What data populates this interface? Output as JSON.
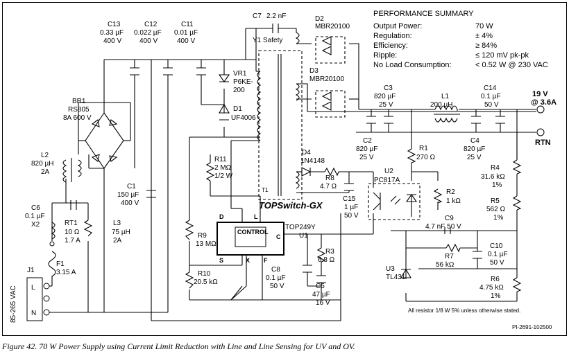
{
  "figure": {
    "caption": "Figure 42.  70 W Power Supply using Current Limit Reduction with Line and Line Sensing for UV and OV.",
    "drawing_id": "PI-2691-102500",
    "footnote": "All resistor 1/8 W 5% unless otherwise stated."
  },
  "performance_summary": {
    "title": "PERFORMANCE SUMMARY",
    "rows": [
      {
        "label": "Output Power:",
        "value": "70 W"
      },
      {
        "label": "Regulation:",
        "value": "± 4%"
      },
      {
        "label": "Efficiency:",
        "value": "≥ 84%"
      },
      {
        "label": "Ripple:",
        "value": "≤ 120 mV pk-pk"
      },
      {
        "label": "No Load Consumption:",
        "value": "< 0.52 W @ 230 VAC"
      }
    ]
  },
  "components": {
    "C13": [
      "C13",
      "0.33 µF",
      "400 V"
    ],
    "C12": [
      "C12",
      "0.022 µF",
      "400 V"
    ],
    "C11": [
      "C11",
      "0.01 µF",
      "400 V"
    ],
    "C7": [
      "C7",
      "2.2 nF",
      "Y1 Safety"
    ],
    "D2": [
      "D2",
      "MBR20100"
    ],
    "D3": [
      "D3",
      "MBR20100"
    ],
    "VR1": [
      "VR1",
      "P6KE-",
      "200"
    ],
    "D1": [
      "D1",
      "UF4006"
    ],
    "C3": [
      "C3",
      "820 µF",
      "25 V"
    ],
    "L1": [
      "L1",
      "200 µH"
    ],
    "C14": [
      "C14",
      "0.1 µF",
      "50 V"
    ],
    "C2": [
      "C2",
      "820 µF",
      "25 V"
    ],
    "C4": [
      "C4",
      "820 µF",
      "25 V"
    ],
    "BR1": [
      "BR1",
      "RS805",
      "8A 600 V"
    ],
    "L2": [
      "L2",
      "820 µH",
      "2A"
    ],
    "R11": [
      "R11",
      "2 MΩ",
      "1/2 W"
    ],
    "D4": [
      "D4",
      "1N4148"
    ],
    "R8": [
      "R8",
      "4.7 Ω"
    ],
    "R1": [
      "R1",
      "270 Ω"
    ],
    "U2": [
      "U2",
      "PC817A"
    ],
    "R4": [
      "R4",
      "31.6 kΩ",
      "1%"
    ],
    "C1": [
      "C1",
      "150 µF",
      "400 V"
    ],
    "C15": [
      "C15",
      "1 µF",
      "50 V"
    ],
    "R2": [
      "R2",
      "1 kΩ"
    ],
    "R5": [
      "R5",
      "562 Ω",
      "1%"
    ],
    "C6": [
      "C6",
      "0.1 µF",
      "X2"
    ],
    "L3": [
      "L3",
      "75 µH",
      "2A"
    ],
    "RT1": [
      "RT1",
      "10 Ω",
      "1.7 A"
    ],
    "U1": [
      "TOP249Y",
      "U1"
    ],
    "C9": [
      "C9",
      "4.7 nF 50 V"
    ],
    "R9": [
      "R9",
      "13 MΩ"
    ],
    "R7": [
      "R7",
      "56 kΩ"
    ],
    "C10": [
      "C10",
      "0.1 µF",
      "50 V"
    ],
    "F1": [
      "F1",
      "3.15 A"
    ],
    "R3": [
      "R3",
      "6.8 Ω"
    ],
    "R10": [
      "R10",
      "20.5 kΩ"
    ],
    "C8": [
      "C8",
      "0.1 µF",
      "50 V"
    ],
    "C5": [
      "C5",
      "47 µF",
      "16 V"
    ],
    "U3": [
      "U3",
      "TL431"
    ],
    "R6": [
      "R6",
      "4.75 kΩ",
      "1%"
    ],
    "J1": [
      "J1"
    ]
  },
  "labels": {
    "topswitch": "TOPSwitch-GX",
    "control": "CONTROL",
    "pin_d": "D",
    "pin_l": "L",
    "pin_c": "C",
    "pin_s": "S",
    "pin_x": "X",
    "pin_f": "F",
    "t1": "T1",
    "out_v": "19 V",
    "out_i": "@ 3.6A",
    "rtn": "RTN",
    "ac_in": "85-265 VAC",
    "j1_l": "L",
    "j1_n": "N"
  }
}
